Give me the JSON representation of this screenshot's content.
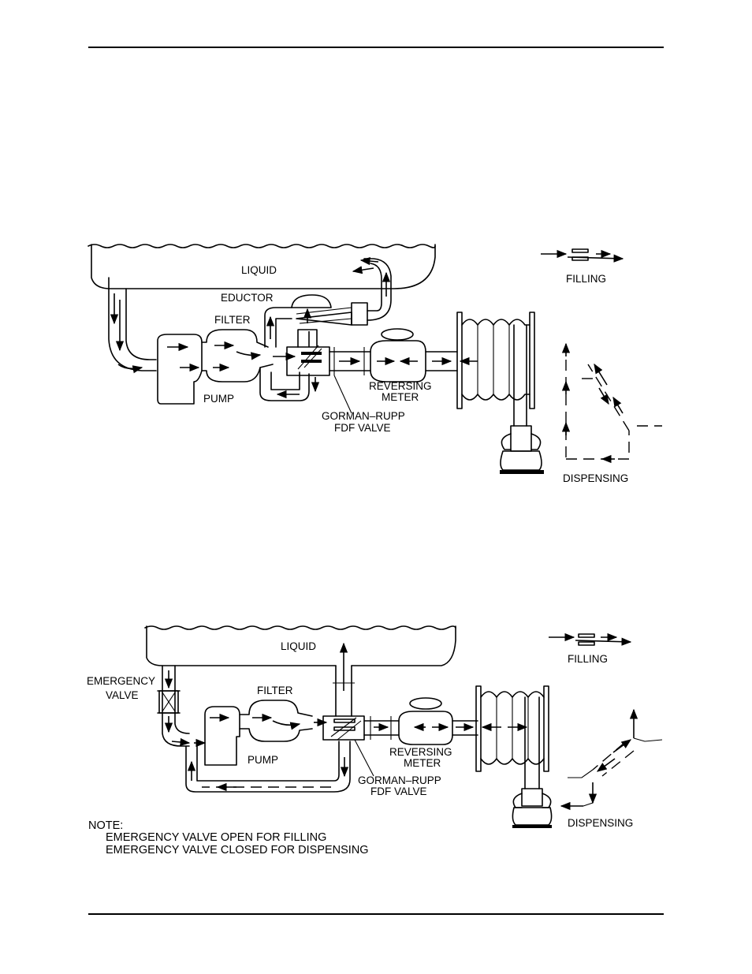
{
  "diagram1": {
    "liquid": "LIQUID",
    "eductor": "EDUCTOR",
    "filter": "FILTER",
    "pump": "PUMP",
    "reversing_meter": [
      "REVERSING",
      "METER"
    ],
    "valve": [
      "GORMAN–RUPP",
      "FDF VALVE"
    ],
    "filling": "FILLING",
    "dispensing": "DISPENSING"
  },
  "diagram2": {
    "liquid": "LIQUID",
    "emergency_valve": [
      "EMERGENCY",
      "VALVE"
    ],
    "filter": "FILTER",
    "pump": "PUMP",
    "reversing_meter": [
      "REVERSING",
      "METER"
    ],
    "valve": [
      "GORMAN–RUPP",
      "FDF VALVE"
    ],
    "filling": "FILLING",
    "dispensing": "DISPENSING",
    "note": {
      "title": "NOTE:",
      "lines": [
        "EMERGENCY VALVE OPEN FOR FILLING",
        "EMERGENCY VALVE CLOSED FOR DISPENSING"
      ]
    }
  }
}
